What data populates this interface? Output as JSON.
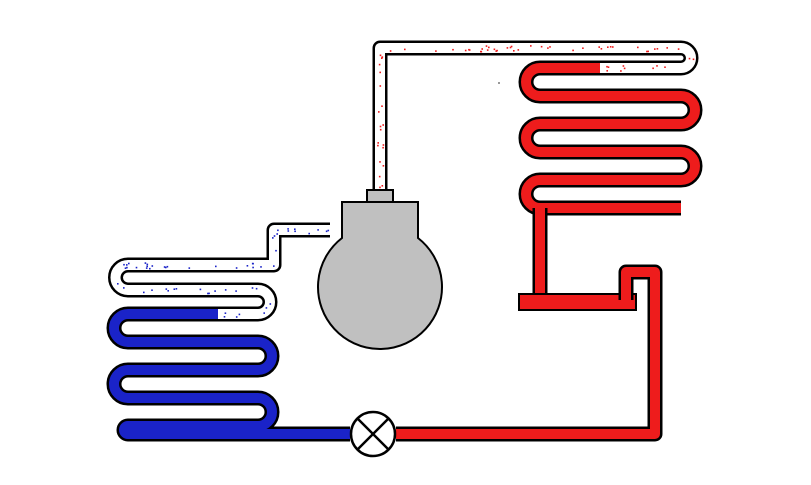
{
  "diagram": {
    "colors": {
      "background": "#ffffff",
      "outline": "#000000",
      "hot": "#ee1c1c",
      "cold": "#1a23c8",
      "vapor_fill": "#ffffff",
      "compressor": "#c0c0c0",
      "valve_fill": "#ffffff"
    },
    "components": {
      "compressor": "compressor",
      "condenser": "condenser-coil",
      "evaporator": "evaporator-coil",
      "expansion_valve": "expansion-valve",
      "receiver": "liquid-receiver"
    },
    "dots": {
      "hot_count": 70,
      "cold_count": 60
    }
  }
}
